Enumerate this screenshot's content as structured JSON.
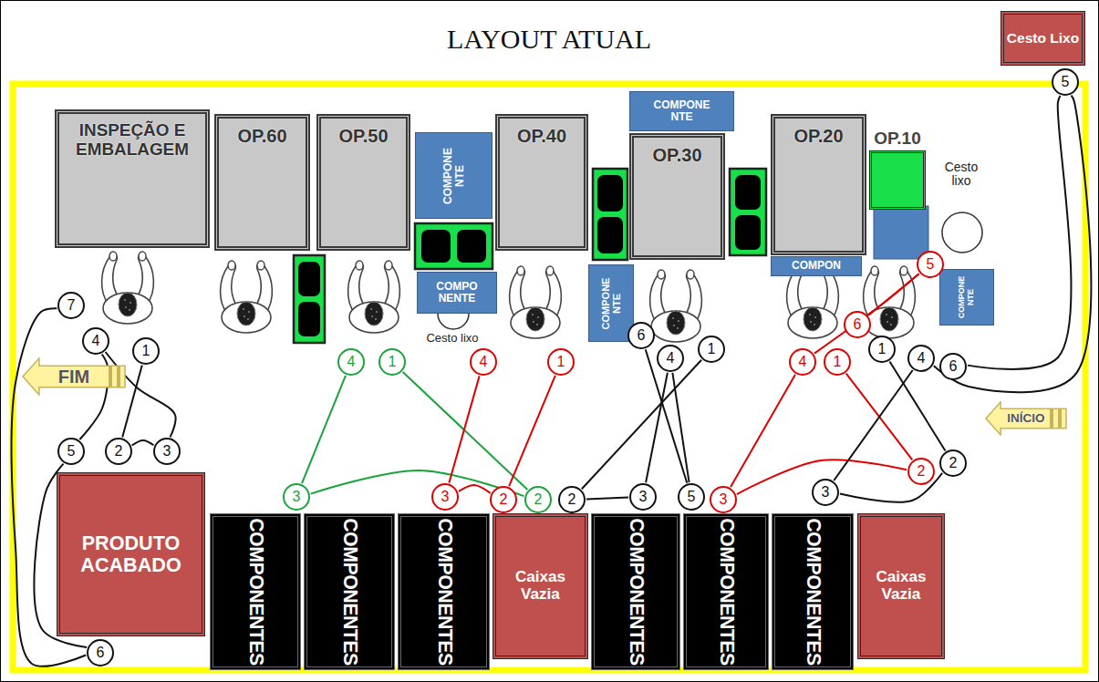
{
  "diagram": {
    "title": "LAYOUT ATUAL",
    "nodes": [
      {
        "text": [
          "INSPEÇÃO E EMBALAGEM"
        ]
      },
      {
        "text": [
          "OP.60"
        ]
      },
      {
        "text": [
          "OP.50"
        ]
      },
      {
        "text": [
          "COMPONE NTE"
        ]
      },
      {
        "text": [
          "OP.40"
        ]
      },
      {
        "text": [
          "COMPONE NTE"
        ]
      },
      {
        "text": [
          "OP.30"
        ]
      },
      {
        "text": [
          "OP.20"
        ]
      },
      {
        "text": [
          "OP.10"
        ]
      },
      {
        "text": [
          "COMPON"
        ]
      },
      {
        "text": [
          "COMPO NENTE"
        ]
      },
      {
        "text": [
          "COMPONE NTE"
        ]
      },
      {
        "text": [
          "COMPONE NTE"
        ]
      },
      {
        "text": [
          "Cesto Lixo"
        ]
      },
      {
        "text": [
          "FIM"
        ]
      },
      {
        "text": [
          "INÍCIO"
        ]
      },
      {
        "text": [
          "PRODUTO ACABADO"
        ]
      },
      {
        "text": [
          "COMPONENTES"
        ]
      },
      {
        "text": [
          "COMPONENTES"
        ]
      },
      {
        "text": [
          "COMPONENTES"
        ]
      },
      {
        "text": [
          "Caixas Vazia"
        ]
      },
      {
        "text": [
          "COMPONENTES"
        ]
      },
      {
        "text": [
          "COMPONENTES"
        ]
      },
      {
        "text": [
          "COMPONENTES"
        ]
      },
      {
        "text": [
          "Caixas Vazia"
        ]
      },
      {
        "text": [
          "1"
        ]
      },
      {
        "text": [
          "2"
        ]
      },
      {
        "text": [
          "3"
        ]
      },
      {
        "text": [
          "4"
        ]
      },
      {
        "text": [
          "5"
        ]
      },
      {
        "text": [
          "6"
        ]
      },
      {
        "text": [
          "7"
        ]
      },
      {
        "text": [
          "1"
        ]
      },
      {
        "text": [
          "2"
        ]
      },
      {
        "text": [
          "3"
        ]
      },
      {
        "text": [
          "4"
        ]
      },
      {
        "text": [
          "1"
        ]
      },
      {
        "text": [
          "2"
        ]
      },
      {
        "text": [
          "3"
        ]
      },
      {
        "text": [
          "4"
        ]
      },
      {
        "text": [
          "1"
        ]
      },
      {
        "text": [
          "2"
        ]
      },
      {
        "text": [
          "3"
        ]
      },
      {
        "text": [
          "4"
        ]
      },
      {
        "text": [
          "5"
        ]
      },
      {
        "text": [
          "6"
        ]
      },
      {
        "text": [
          "1"
        ]
      },
      {
        "text": [
          "2"
        ]
      },
      {
        "text": [
          "3"
        ]
      },
      {
        "text": [
          "4"
        ]
      },
      {
        "text": [
          "5"
        ]
      },
      {
        "text": [
          "6"
        ]
      },
      {
        "text": [
          "1"
        ]
      },
      {
        "text": [
          "2"
        ]
      },
      {
        "text": [
          "3"
        ]
      },
      {
        "text": [
          "4"
        ]
      },
      {
        "text": [
          "5"
        ]
      },
      {
        "text": [
          "6"
        ]
      }
    ],
    "edges": [
      {
        "from": 25,
        "to": 26,
        "arrow": "none"
      },
      {
        "from": 26,
        "to": 27,
        "arrow": "none"
      },
      {
        "from": 27,
        "to": 28,
        "arrow": "none"
      },
      {
        "from": 28,
        "to": 29,
        "arrow": "none"
      },
      {
        "from": 29,
        "to": 30,
        "arrow": "none"
      },
      {
        "from": 30,
        "to": 31,
        "arrow": "none"
      },
      {
        "from": 32,
        "to": 33,
        "arrow": "none"
      },
      {
        "from": 33,
        "to": 34,
        "arrow": "none"
      },
      {
        "from": 34,
        "to": 35,
        "arrow": "none"
      },
      {
        "from": 36,
        "to": 37,
        "arrow": "none"
      },
      {
        "from": 37,
        "to": 38,
        "arrow": "none"
      },
      {
        "from": 38,
        "to": 39,
        "arrow": "none"
      },
      {
        "from": 40,
        "to": 41,
        "arrow": "none"
      },
      {
        "from": 41,
        "to": 42,
        "arrow": "none"
      },
      {
        "from": 42,
        "to": 43,
        "arrow": "none"
      },
      {
        "from": 43,
        "to": 44,
        "arrow": "none"
      },
      {
        "from": 44,
        "to": 45,
        "arrow": "none"
      },
      {
        "from": 46,
        "to": 47,
        "arrow": "none"
      },
      {
        "from": 47,
        "to": 48,
        "arrow": "none"
      },
      {
        "from": 48,
        "to": 49,
        "arrow": "none"
      },
      {
        "from": 49,
        "to": 50,
        "arrow": "none"
      },
      {
        "from": 50,
        "to": 51,
        "arrow": "none"
      },
      {
        "from": 52,
        "to": 53,
        "arrow": "none"
      },
      {
        "from": 53,
        "to": 54,
        "arrow": "none"
      },
      {
        "from": 54,
        "to": 55,
        "arrow": "none"
      },
      {
        "from": 55,
        "to": 56,
        "arrow": "none"
      },
      {
        "from": 56,
        "to": 57,
        "arrow": "none"
      }
    ],
    "labels": [
      "Cesto lixo",
      "Cesto lixo"
    ]
  }
}
